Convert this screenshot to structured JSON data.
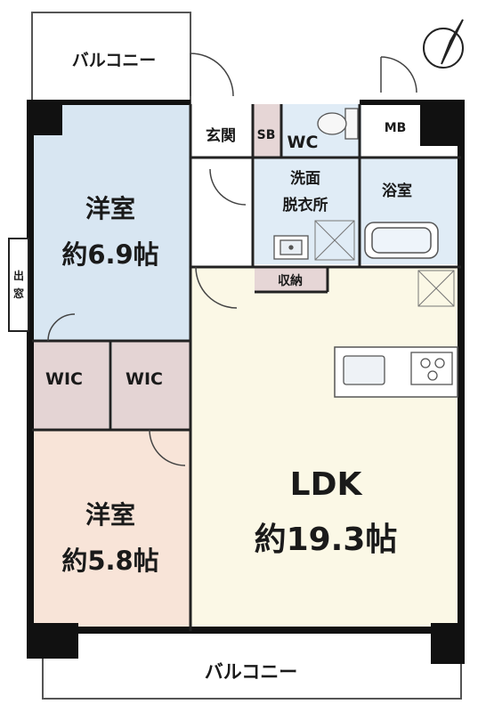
{
  "labels": {
    "balcony_top": "バルコニー",
    "balcony_bottom": "バルコニー",
    "western_room_1": "洋室",
    "western_room_1_size": "約6.9帖",
    "western_room_2": "洋室",
    "western_room_2_size": "約5.8帖",
    "wic_left": "WIC",
    "wic_right": "WIC",
    "entrance": "玄関",
    "shoe_box": "SB",
    "toilet": "WC",
    "meter_box": "MB",
    "washroom_line1": "洗面",
    "washroom_line2": "脱衣所",
    "bathroom": "浴室",
    "storage": "収納",
    "window_line1": "出",
    "window_line2": "窓",
    "ldk": "LDK",
    "ldk_size": "約19.3帖"
  },
  "colors": {
    "wall": "#111111",
    "western_room_1": "#d8e6f2",
    "western_room_2": "#f8e4d8",
    "ldk": "#fbf8e6",
    "wic": "#e4d4d4",
    "wet_area": "#e0ecf6",
    "storage": "#e6d6d6",
    "corridor": "#ffffff"
  },
  "icons": [
    "compass-north-icon",
    "sink-icon",
    "stove-icon",
    "bathtub-icon",
    "toilet-icon"
  ]
}
